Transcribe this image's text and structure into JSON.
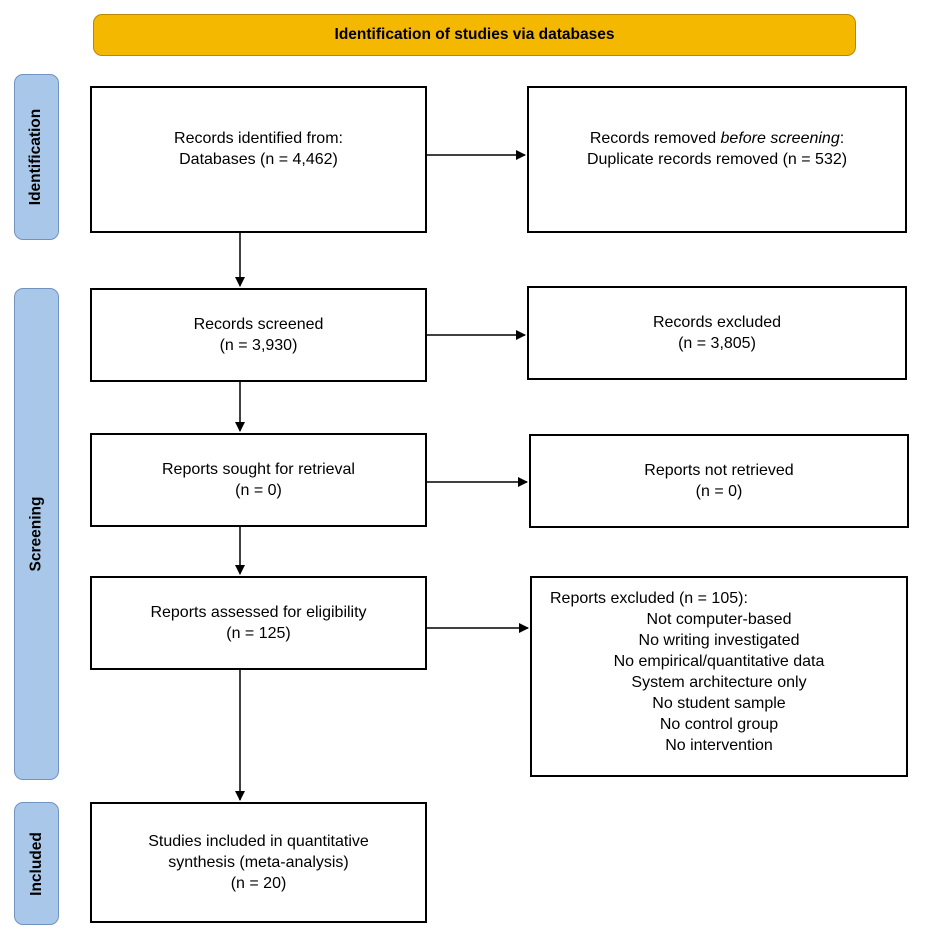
{
  "header": {
    "title": "Identification of studies via databases"
  },
  "phases": {
    "identification": "Identification",
    "screening": "Screening",
    "included": "Included"
  },
  "boxes": {
    "records_identified": {
      "line1": "Records identified from:",
      "line2": "Databases (n = 4,462)"
    },
    "records_removed": {
      "line1_pre": "Records removed ",
      "line1_em": "before screening",
      "line1_post": ":",
      "line2": "Duplicate records removed (n = 532)"
    },
    "records_screened": {
      "line1": "Records screened",
      "line2": "(n = 3,930)"
    },
    "records_excluded": {
      "line1": "Records excluded",
      "line2": "(n = 3,805)"
    },
    "reports_sought": {
      "line1": "Reports sought for retrieval",
      "line2": "(n = 0)"
    },
    "reports_not_retrieved": {
      "line1": "Reports not retrieved",
      "line2": "(n = 0)"
    },
    "reports_assessed": {
      "line1": "Reports assessed for eligibility",
      "line2": "(n = 125)"
    },
    "reports_excluded": {
      "title": "Reports excluded (n = 105):",
      "reasons": [
        "Not computer-based",
        "No writing investigated",
        "No empirical/quantitative data",
        "System architecture only",
        "No student sample",
        "No control group",
        "No intervention"
      ]
    },
    "studies_included": {
      "line1": "Studies included in quantitative",
      "line2": "synthesis (meta-analysis)",
      "line3": "(n = 20)"
    }
  }
}
